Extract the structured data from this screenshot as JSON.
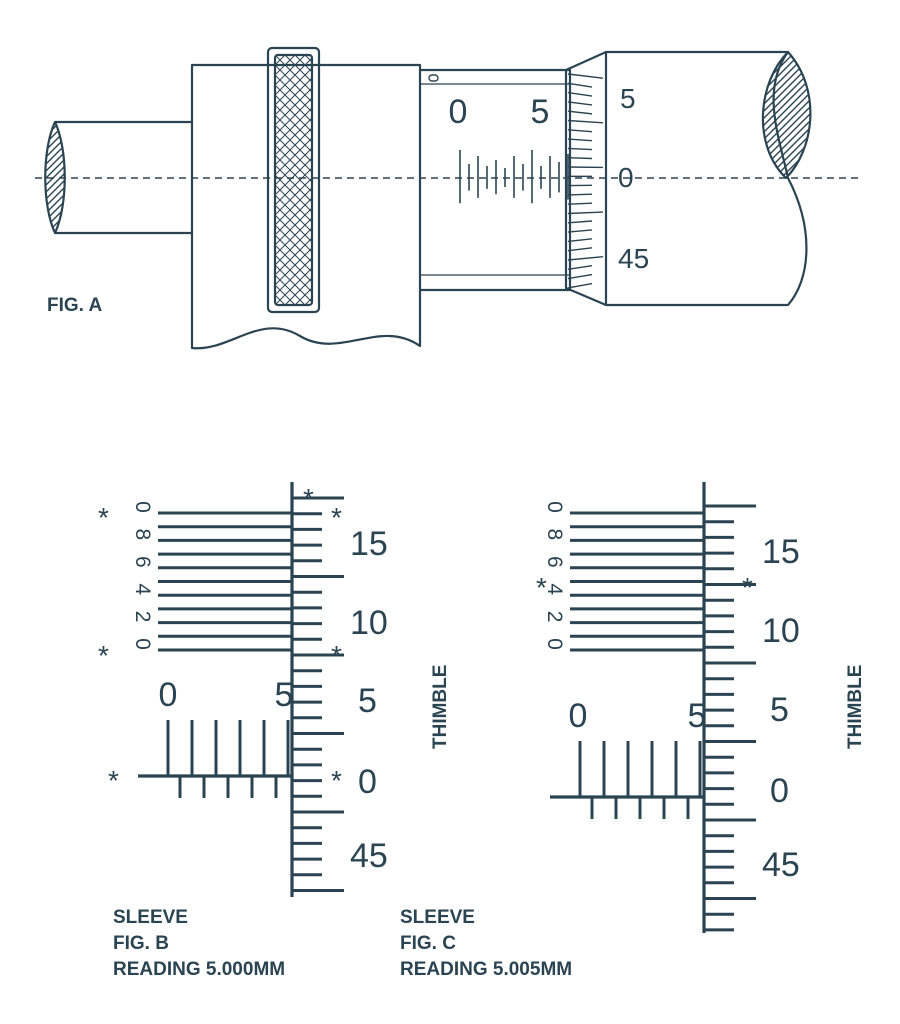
{
  "fig_a": {
    "label": "FIG. A",
    "sleeve_numbers": [
      "0",
      "5"
    ],
    "thimble_numbers": [
      "5",
      "0",
      "45"
    ],
    "index_mark": "0"
  },
  "fig_b": {
    "vernier_numbers": [
      "0",
      "8",
      "6",
      "4",
      "2",
      "0"
    ],
    "thimble_numbers": [
      "15",
      "10",
      "5",
      "0",
      "45"
    ],
    "sleeve_numbers": [
      "0",
      "5"
    ],
    "thimble_label": "THIMBLE",
    "sleeve_label": "SLEEVE",
    "fig_label": "FIG. B",
    "reading": "READING 5.000MM",
    "star": "*"
  },
  "fig_c": {
    "vernier_numbers": [
      "0",
      "8",
      "6",
      "4",
      "2",
      "0"
    ],
    "thimble_numbers": [
      "15",
      "10",
      "5",
      "0",
      "45"
    ],
    "sleeve_numbers": [
      "0",
      "5"
    ],
    "thimble_label": "THIMBLE",
    "sleeve_label": "SLEEVE",
    "fig_label": "FIG. C",
    "reading": "READING 5.005MM",
    "star": "*"
  }
}
